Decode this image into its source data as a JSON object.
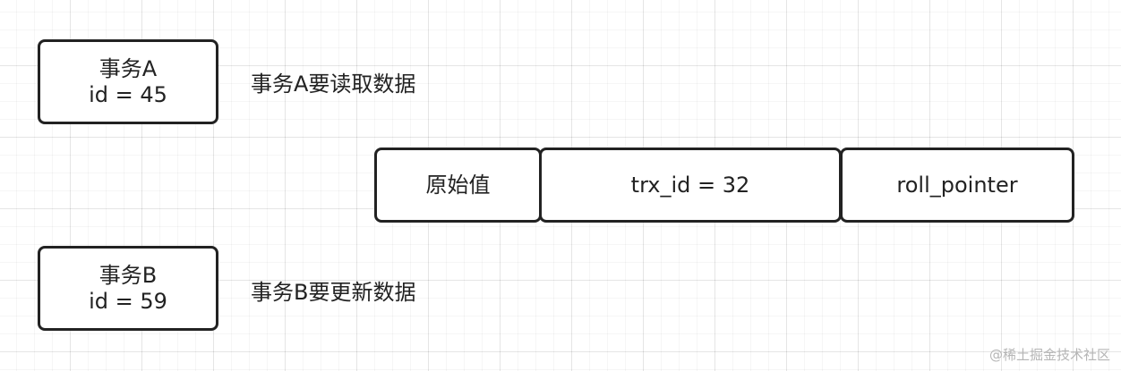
{
  "transaction_a": {
    "name": "事务A",
    "id_text": "id = 45",
    "caption": "事务A要读取数据"
  },
  "transaction_b": {
    "name": "事务B",
    "id_text": "id = 59",
    "caption": "事务B要更新数据"
  },
  "record": {
    "value_label": "原始值",
    "trx_id_label": "trx_id = 32",
    "roll_pointer_label": "roll_pointer"
  },
  "watermark": "@稀土掘金技术社区",
  "colors": {
    "border": "#222222",
    "text": "#222222",
    "grid": "#e8e8e8",
    "watermark": "#b5b5b5"
  }
}
